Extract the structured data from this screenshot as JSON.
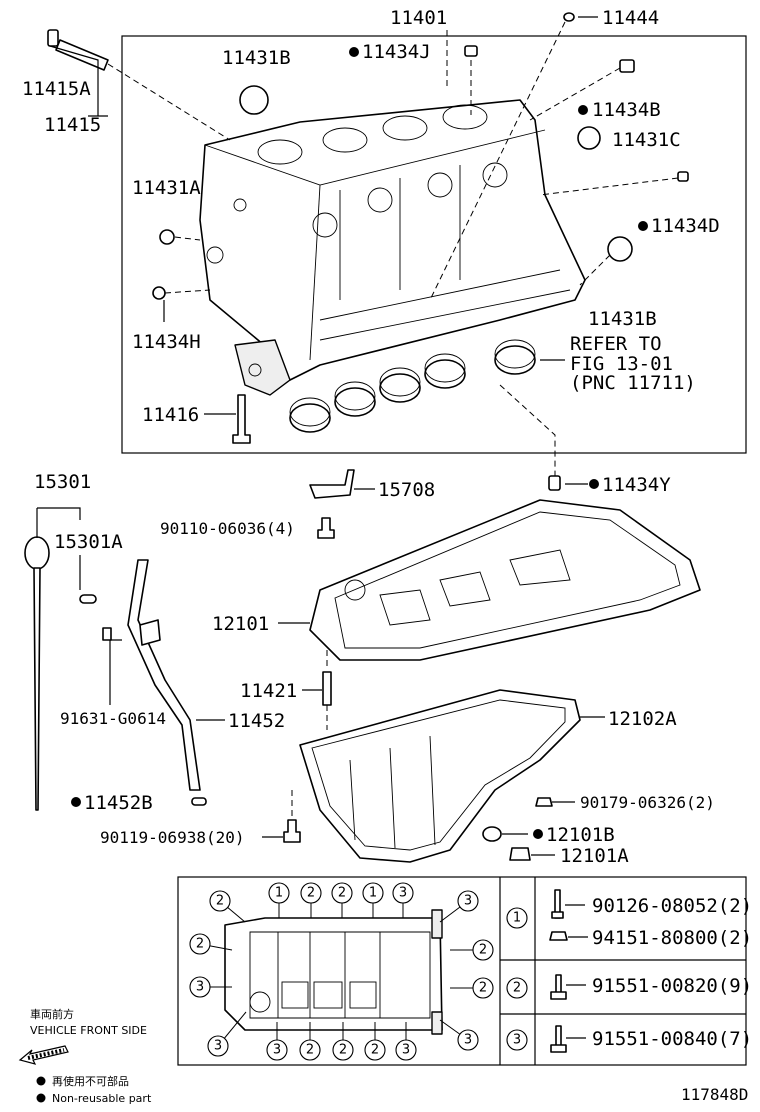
{
  "labels": {
    "p11401": "11401",
    "p11444": "11444",
    "p11431B_top": "11431B",
    "p11434J": "11434J",
    "p11415A": "11415A",
    "p11415": "11415",
    "p11434B": "11434B",
    "p11431C": "11431C",
    "p11431A": "11431A",
    "p11434D": "11434D",
    "p11431B_right": "11431B",
    "p11434H": "11434H",
    "refer1": "REFER TO",
    "refer2": "FIG 13-01",
    "refer3": "(PNC 11711)",
    "p11416": "11416",
    "p15301": "15301",
    "p15708": "15708",
    "p11434Y": "11434Y",
    "p15301A": "15301A",
    "p90110": "90110-06036(4)",
    "p12101": "12101",
    "p11421": "11421",
    "p12102A": "12102A",
    "p91631": "91631-G0614",
    "p11452": "11452",
    "p90179": "90179-06326(2)",
    "p11452B": "11452B",
    "p12101B": "12101B",
    "p90119": "90119-06938(20)",
    "p12101A": "12101A"
  },
  "bolt_table": {
    "rows": [
      {
        "key": "1",
        "parts": [
          "90126-08052(2)",
          "94151-80800(2)"
        ]
      },
      {
        "key": "2",
        "parts": [
          "91551-00820(9)"
        ]
      },
      {
        "key": "3",
        "parts": [
          "91551-00840(7)"
        ]
      }
    ]
  },
  "pan_callouts": {
    "top": [
      "2",
      "1",
      "2",
      "2",
      "1",
      "3"
    ],
    "bottom": [
      "3",
      "2",
      "2",
      "2",
      "3"
    ],
    "left": [
      "2",
      "2",
      "3",
      "3"
    ],
    "right": [
      "3",
      "2",
      "2",
      "3"
    ]
  },
  "legend": {
    "vehicle_front_jp": "車両前方",
    "vehicle_front_en": "VEHICLE FRONT SIDE",
    "nonreuse_jp": "再使用不可部品",
    "nonreuse_en": "Non-reusable part"
  },
  "figure_id": "117848D"
}
